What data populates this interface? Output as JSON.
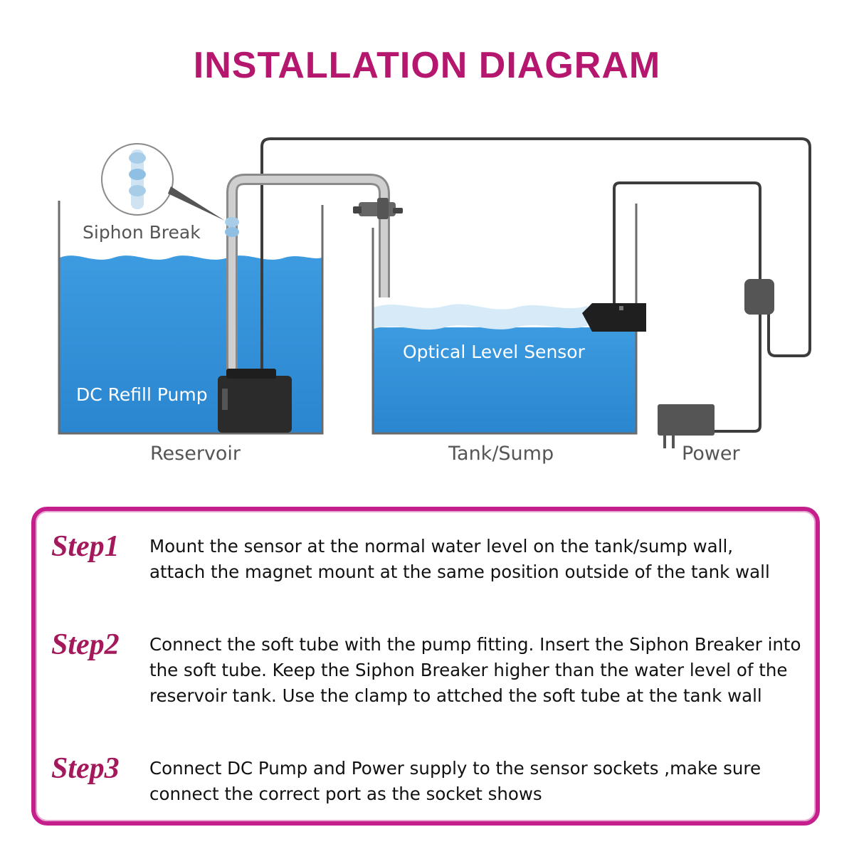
{
  "title": "INSTALLATION DIAGRAM",
  "colors": {
    "title": "#b5166e",
    "water": "#2f8fd6",
    "border": "#c51f8c",
    "step_label": "#a3195b"
  },
  "labels": {
    "siphon_break": "Siphon Break",
    "dc_refill_pump": "DC Refill Pump",
    "optical_level_sensor": "Optical Level Sensor",
    "reservoir": "Reservoir",
    "tank_sump": "Tank/Sump",
    "power": "Power"
  },
  "steps": [
    {
      "label": "Step1",
      "lines": [
        "Mount the sensor at the normal water level on the tank/sump wall,",
        "attach the magnet mount at the same position outside of the tank wall"
      ]
    },
    {
      "label": "Step2",
      "lines": [
        "Connect the soft tube with the pump fitting. Insert the Siphon Breaker into",
        "the soft tube. Keep the Siphon Breaker higher than the water level of the",
        "reservoir tank. Use the clamp to attched the soft tube at the tank wall"
      ]
    },
    {
      "label": "Step3",
      "lines": [
        "Connect DC Pump and Power supply to the sensor sockets ,make sure",
        "connect the correct port as the socket shows"
      ]
    }
  ]
}
